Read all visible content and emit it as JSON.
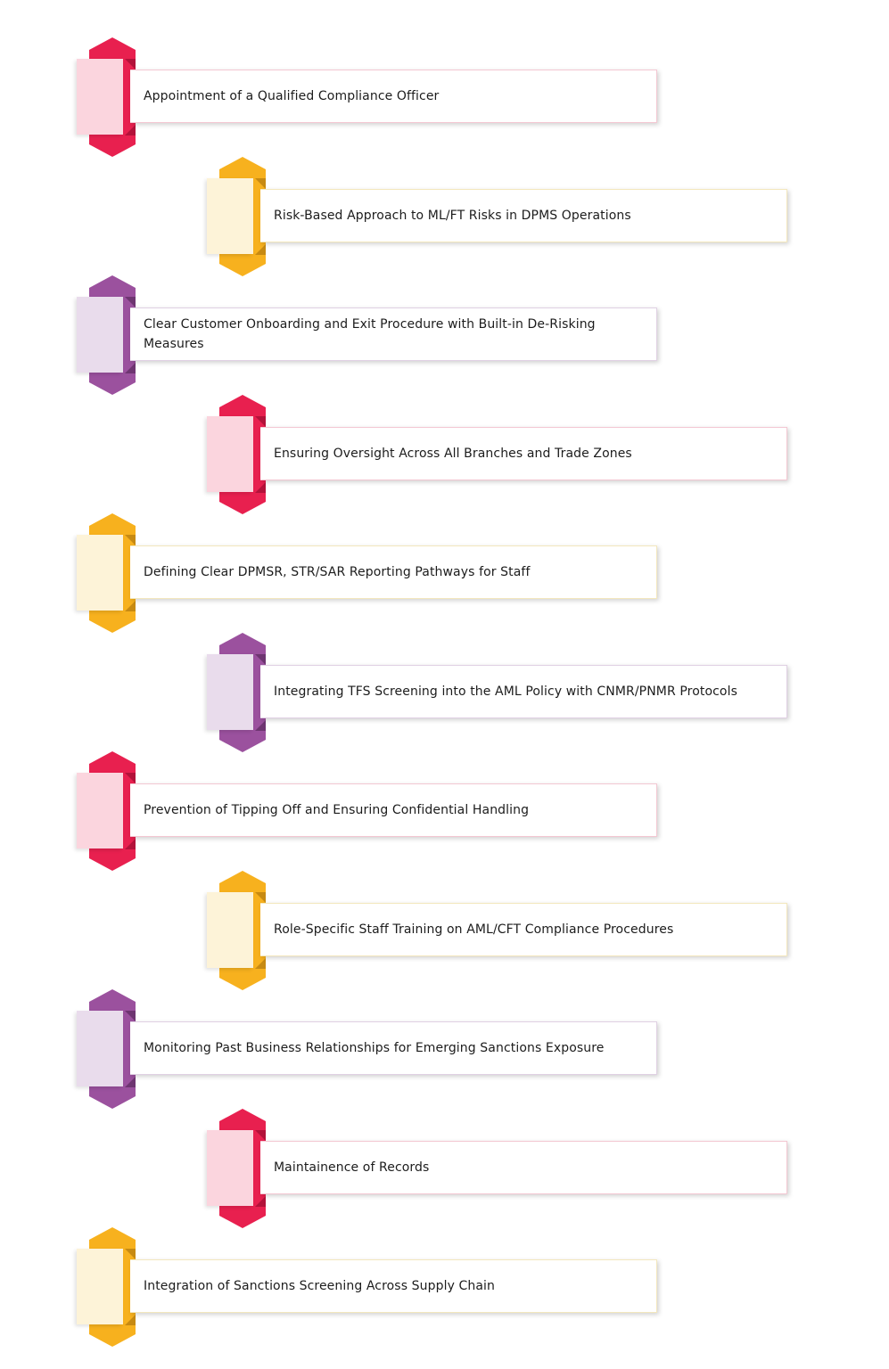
{
  "steps": [
    {
      "label": "Appointment of a Qualified Compliance Officer",
      "accent": "#e8204f",
      "accent_dark": "#b3123a",
      "tint": "#fbd5de",
      "border": "#f3c7d2"
    },
    {
      "label": "Risk-Based Approach to ML/FT Risks in DPMS Operations",
      "accent": "#f7b11e",
      "accent_dark": "#c78a12",
      "tint": "#fdf3d8",
      "border": "#f3e7bd"
    },
    {
      "label": "Clear Customer Onboarding and Exit Procedure with Built-in De-Risking Measures",
      "accent": "#9b519e",
      "accent_dark": "#6e3571",
      "tint": "#e9dcec",
      "border": "#e0d0e3"
    },
    {
      "label": "Ensuring Oversight Across All Branches and Trade Zones",
      "accent": "#e8204f",
      "accent_dark": "#b3123a",
      "tint": "#fbd5de",
      "border": "#f3c7d2"
    },
    {
      "label": "Defining Clear DPMSR, STR/SAR Reporting Pathways for Staff",
      "accent": "#f7b11e",
      "accent_dark": "#c78a12",
      "tint": "#fdf3d8",
      "border": "#f3e7bd"
    },
    {
      "label": "Integrating TFS Screening into the AML Policy with CNMR/PNMR Protocols",
      "accent": "#9b519e",
      "accent_dark": "#6e3571",
      "tint": "#e9dcec",
      "border": "#e0d0e3"
    },
    {
      "label": "Prevention of Tipping Off and Ensuring Confidential Handling",
      "accent": "#e8204f",
      "accent_dark": "#b3123a",
      "tint": "#fbd5de",
      "border": "#f3c7d2"
    },
    {
      "label": "Role-Specific Staff Training on AML/CFT Compliance Procedures",
      "accent": "#f7b11e",
      "accent_dark": "#c78a12",
      "tint": "#fdf3d8",
      "border": "#f3e7bd"
    },
    {
      "label": "Monitoring Past Business Relationships for Emerging Sanctions Exposure",
      "accent": "#9b519e",
      "accent_dark": "#6e3571",
      "tint": "#e9dcec",
      "border": "#e0d0e3"
    },
    {
      "label": "Maintainence of Records",
      "accent": "#e8204f",
      "accent_dark": "#b3123a",
      "tint": "#fbd5de",
      "border": "#f3c7d2"
    },
    {
      "label": "Integration of Sanctions Screening Across Supply Chain",
      "accent": "#f7b11e",
      "accent_dark": "#c78a12",
      "tint": "#fdf3d8",
      "border": "#f3e7bd"
    }
  ]
}
